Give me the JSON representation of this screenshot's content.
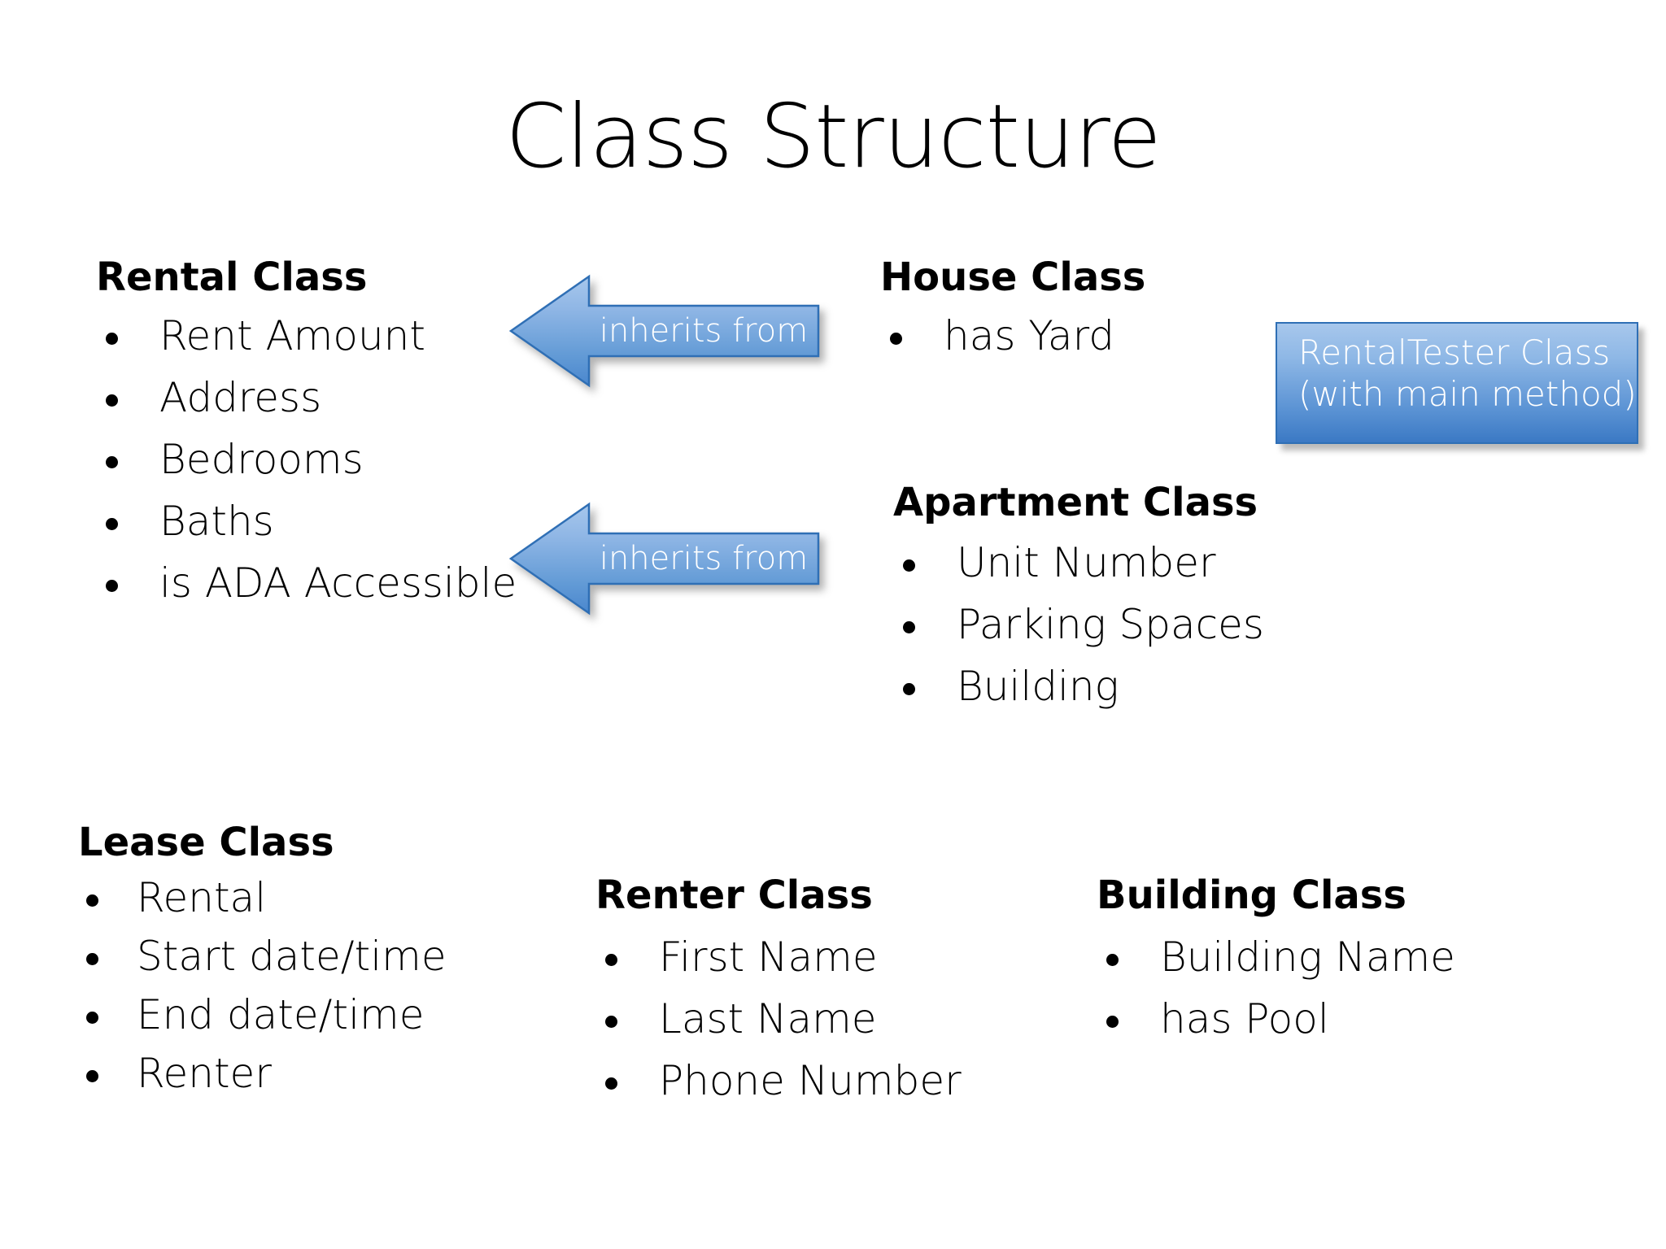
{
  "slide": {
    "title": "Class Structure",
    "background_color": "#ffffff",
    "text_color": "#000000"
  },
  "accent": {
    "arrow_fill_top": "#a7c7ec",
    "arrow_fill_bottom": "#4a87ce",
    "arrow_border": "#2f6fb5",
    "box_fill_top": "#a7c7ec",
    "box_fill_bottom": "#3b79c4",
    "box_border": "#2f6fb5",
    "box_text_color": "#ffffff"
  },
  "classes": {
    "rental": {
      "heading": "Rental Class",
      "items": [
        "Rent Amount",
        "Address",
        "Bedrooms",
        "Baths",
        "is ADA Accessible"
      ]
    },
    "house": {
      "heading": "House Class",
      "items": [
        "has Yard"
      ]
    },
    "apartment": {
      "heading": "Apartment Class",
      "items": [
        "Unit Number",
        "Parking Spaces",
        "Building"
      ]
    },
    "lease": {
      "heading": "Lease Class",
      "items": [
        "Rental",
        "Start date/time",
        "End date/time",
        "Renter"
      ]
    },
    "renter": {
      "heading": "Renter Class",
      "items": [
        "First Name",
        "Last Name",
        "Phone Number"
      ]
    },
    "building": {
      "heading": "Building Class",
      "items": [
        "Building Name",
        "has Pool"
      ]
    }
  },
  "arrows": [
    {
      "label": "inherits from",
      "direction": "left",
      "from": "House Class",
      "to": "Rental Class"
    },
    {
      "label": "inherits from",
      "direction": "left",
      "from": "Apartment Class",
      "to": "Rental Class"
    }
  ],
  "rentaltester_box": {
    "line1": "RentalTester Class",
    "line2": "(with main method)"
  }
}
